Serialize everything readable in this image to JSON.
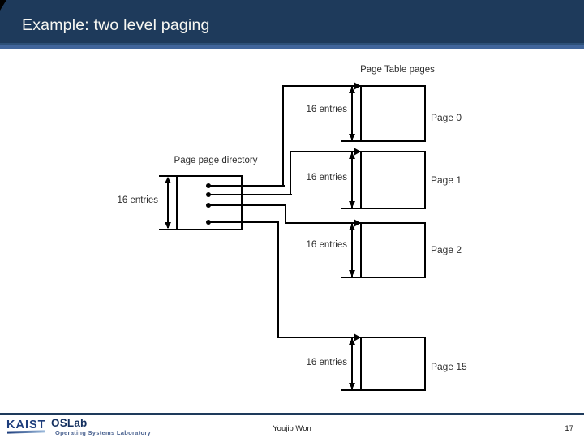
{
  "slide": {
    "title": "Example: two level paging",
    "page_number": "17",
    "author": "Youjip Won"
  },
  "diagram": {
    "page_table_pages_label": "Page Table pages",
    "directory_label": "Page page directory",
    "directory_entries_label": "16 entries",
    "pages": [
      {
        "entries_label": "16 entries",
        "page_label": "Page 0"
      },
      {
        "entries_label": "16 entries",
        "page_label": "Page 1"
      },
      {
        "entries_label": "16 entries",
        "page_label": "Page 2"
      },
      {
        "entries_label": "16 entries",
        "page_label": "Page 15"
      }
    ]
  },
  "footer": {
    "logo_kaist": "KAIST",
    "logo_oslab": "OSLab",
    "logo_subtitle": "Operating Systems Laboratory"
  },
  "colors": {
    "header_navy": "#1e3a5b",
    "accent_blue": "#41659b",
    "kaist_blue": "#1d3d7c",
    "oslab_blue": "#14305f",
    "diagram_line": "#000000"
  }
}
